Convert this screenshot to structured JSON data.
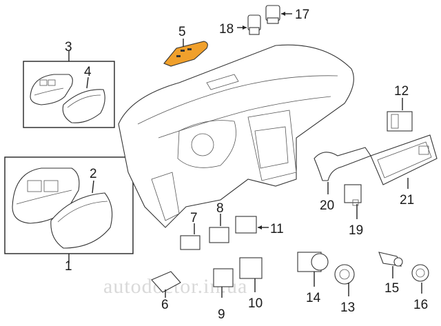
{
  "callouts": [
    {
      "id": "c1",
      "text": "1"
    },
    {
      "id": "c2",
      "text": "2"
    },
    {
      "id": "c3",
      "text": "3"
    },
    {
      "id": "c4",
      "text": "4"
    },
    {
      "id": "c5",
      "text": "5"
    },
    {
      "id": "c6",
      "text": "6"
    },
    {
      "id": "c7",
      "text": "7"
    },
    {
      "id": "c8",
      "text": "8"
    },
    {
      "id": "c9",
      "text": "9"
    },
    {
      "id": "c10",
      "text": "10"
    },
    {
      "id": "c11",
      "text": "11"
    },
    {
      "id": "c12",
      "text": "12"
    },
    {
      "id": "c13",
      "text": "13"
    },
    {
      "id": "c14",
      "text": "14"
    },
    {
      "id": "c15",
      "text": "15"
    },
    {
      "id": "c16",
      "text": "16"
    },
    {
      "id": "c17",
      "text": "17"
    },
    {
      "id": "c18",
      "text": "18"
    },
    {
      "id": "c19",
      "text": "19"
    },
    {
      "id": "c20",
      "text": "20"
    },
    {
      "id": "c21",
      "text": "21"
    }
  ],
  "watermark": "autodoctor.in.ua",
  "highlight_color": "#f0a02c"
}
